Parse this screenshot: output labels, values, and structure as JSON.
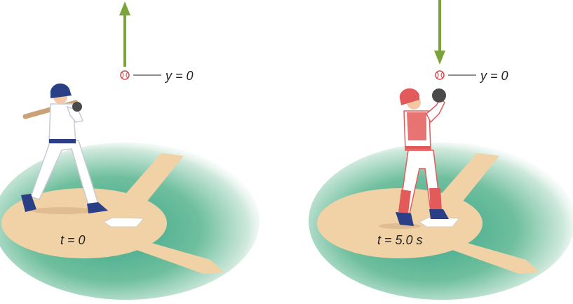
{
  "left_panel": {
    "y_label": "y = 0",
    "time_label": "t = 0",
    "arrow_direction": "up",
    "figure": "batter"
  },
  "right_panel": {
    "y_label": "y = 0",
    "time_label": "t = 5.0 s",
    "arrow_direction": "down",
    "figure": "catcher"
  },
  "colors": {
    "arrow": "#7aa33b",
    "grass": "#3aa68a",
    "dirt": "#f0d2a6",
    "batter_uniform": "#ffffff",
    "batter_helmet": "#2b3f87",
    "catcher_gear": "#e35a5a"
  }
}
